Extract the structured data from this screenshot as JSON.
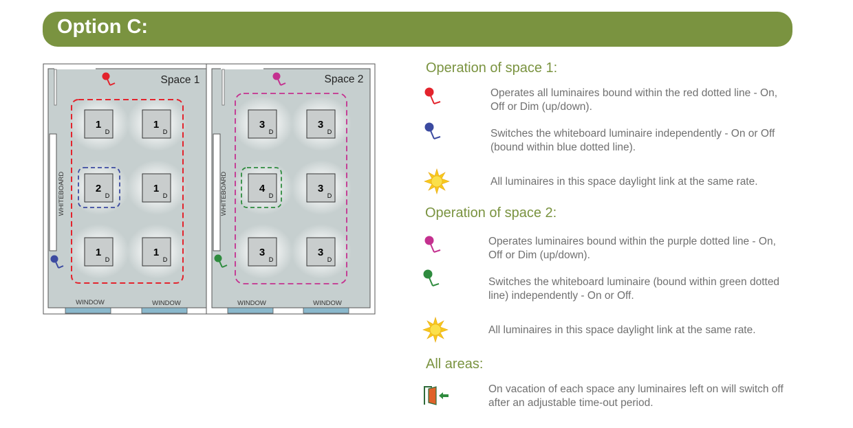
{
  "header": {
    "title": "Option C:"
  },
  "plan": {
    "space1": {
      "label": "Space 1",
      "whiteboard_label": "WHITEBOARD",
      "windows": [
        "WINDOW",
        "WINDOW"
      ],
      "luminaires": [
        {
          "num": "1",
          "sub": "D"
        },
        {
          "num": "1",
          "sub": "D"
        },
        {
          "num": "2",
          "sub": "D"
        },
        {
          "num": "1",
          "sub": "D"
        },
        {
          "num": "1",
          "sub": "D"
        },
        {
          "num": "1",
          "sub": "D"
        }
      ]
    },
    "space2": {
      "label": "Space 2",
      "whiteboard_label": "WHITEBOARD",
      "windows": [
        "WINDOW",
        "WINDOW"
      ],
      "luminaires": [
        {
          "num": "3",
          "sub": "D"
        },
        {
          "num": "3",
          "sub": "D"
        },
        {
          "num": "4",
          "sub": "D"
        },
        {
          "num": "3",
          "sub": "D"
        },
        {
          "num": "3",
          "sub": "D"
        },
        {
          "num": "3",
          "sub": "D"
        }
      ]
    }
  },
  "colors": {
    "header_bg": "#7a9340",
    "red": "#e3232c",
    "blue": "#3b4aa0",
    "purple": "#c4308f",
    "green": "#2e8b3e",
    "room": "#c6cfcf",
    "window": "#8ab8cc",
    "sun": "#f7c81c"
  },
  "legend": {
    "space1": {
      "heading": "Operation of space 1:",
      "items": [
        {
          "icon": "red-switch-icon",
          "text": "Operates all luminaires bound within the red dotted line - On, Off or Dim (up/down)."
        },
        {
          "icon": "blue-switch-icon",
          "text": "Switches the whiteboard luminaire independently - On or Off (bound within blue dotted line)."
        },
        {
          "icon": "sun-icon",
          "text": "All luminaires in this space daylight link at the same rate."
        }
      ]
    },
    "space2": {
      "heading": "Operation of space 2:",
      "items": [
        {
          "icon": "purple-switch-icon",
          "text": "Operates luminaires bound within the purple dotted line - On, Off or Dim (up/down)."
        },
        {
          "icon": "green-switch-icon",
          "text": "Switches the whiteboard luminaire (bound within green dotted line) independently - On or Off."
        },
        {
          "icon": "sun-icon",
          "text": "All luminaires in this space daylight link at the same rate."
        }
      ]
    },
    "all_areas": {
      "heading": "All areas:",
      "items": [
        {
          "icon": "exit-door-icon",
          "text": "On vacation of each space any luminaires left on will switch off after an adjustable time-out period."
        }
      ]
    }
  }
}
